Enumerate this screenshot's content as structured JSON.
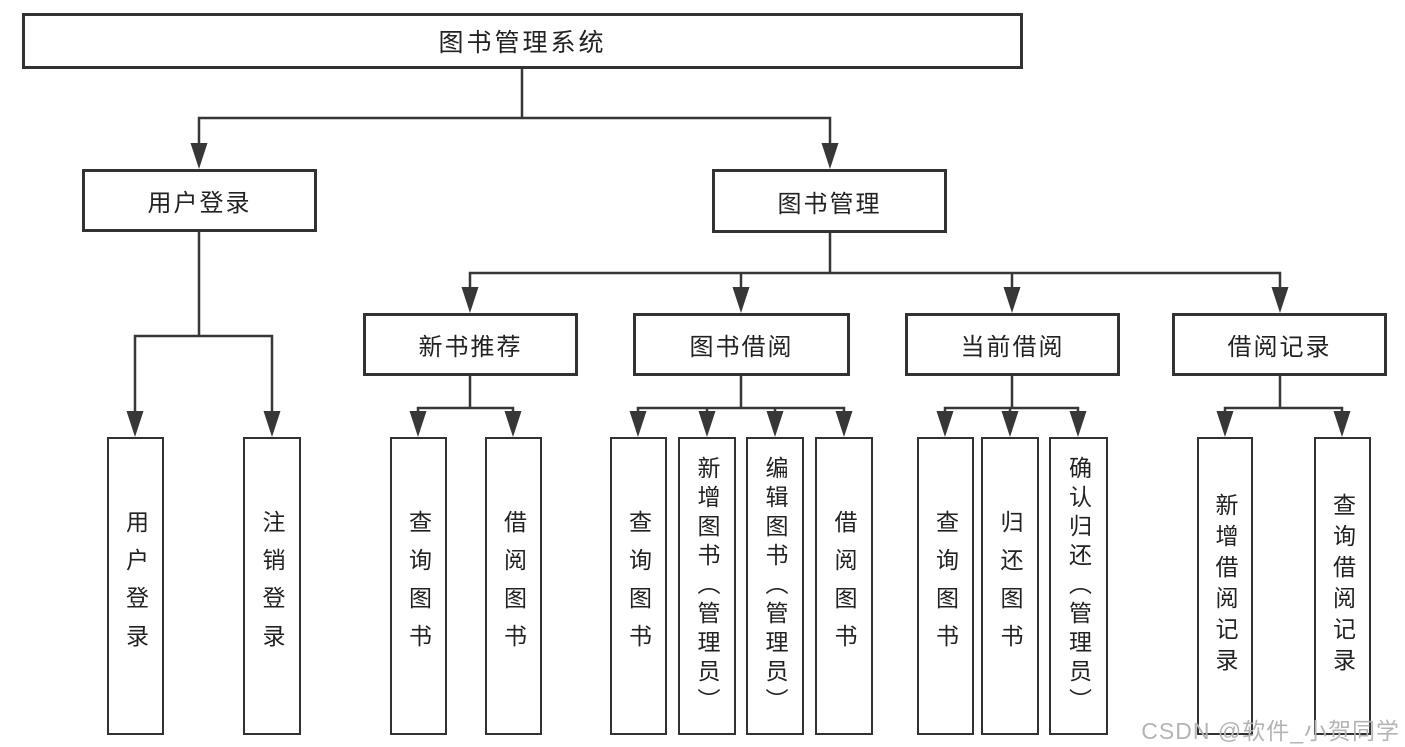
{
  "diagram": {
    "type": "function-structure-tree",
    "root": {
      "label": "图书管理系统"
    },
    "branches": [
      {
        "label": "用户登录",
        "children": [
          {
            "label": "用户登录"
          },
          {
            "label": "注销登录"
          }
        ]
      },
      {
        "label": "图书管理",
        "children": [
          {
            "label": "新书推荐",
            "children": [
              {
                "label": "查询图书"
              },
              {
                "label": "借阅图书"
              }
            ]
          },
          {
            "label": "图书借阅",
            "children": [
              {
                "label": "查询图书"
              },
              {
                "label": "新增图书（管理员）"
              },
              {
                "label": "编辑图书（管理员）"
              },
              {
                "label": "借阅图书"
              }
            ]
          },
          {
            "label": "当前借阅",
            "children": [
              {
                "label": "查询图书"
              },
              {
                "label": "归还图书"
              },
              {
                "label": "确认归还（管理员）"
              }
            ]
          },
          {
            "label": "借阅记录",
            "children": [
              {
                "label": "新增借阅记录"
              },
              {
                "label": "查询借阅记录"
              }
            ]
          }
        ]
      }
    ]
  },
  "watermark": {
    "text": "CSDN @软件_小贺同学"
  },
  "colors": {
    "line": "#373737",
    "box_border": "#323232",
    "text": "#222222",
    "background": "#ffffff",
    "watermark": "#b4b4b4"
  }
}
